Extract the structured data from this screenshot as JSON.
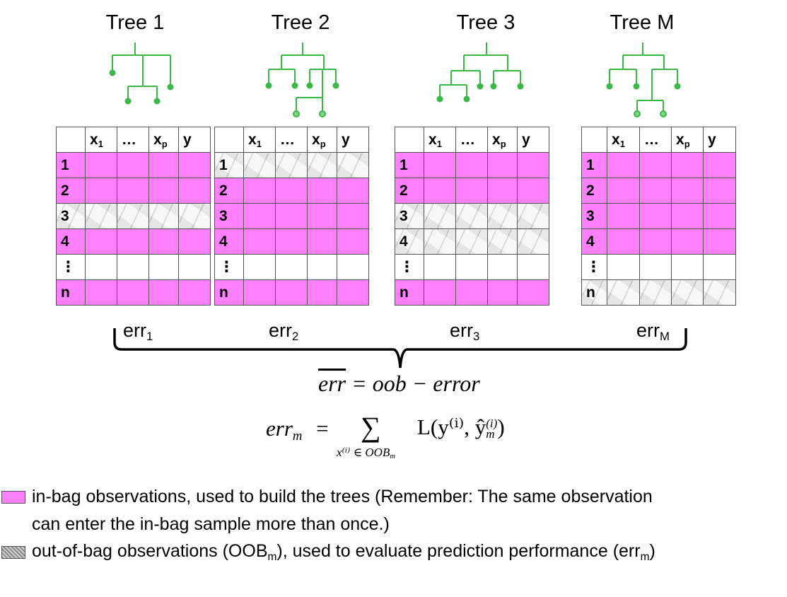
{
  "trees": [
    {
      "title": "Tree 1"
    },
    {
      "title": "Tree 2"
    },
    {
      "title": "Tree 3"
    },
    {
      "title": "Tree M"
    }
  ],
  "table_header": {
    "x1_base": "x",
    "x1_sub": "1",
    "dots": "…",
    "xp_base": "x",
    "xp_sub": "p",
    "y": "y"
  },
  "row_labels": [
    "1",
    "2",
    "3",
    "4",
    "⋮",
    "n"
  ],
  "row_status": [
    [
      "inbag",
      "inbag",
      "oob",
      "inbag",
      "empty",
      "inbag"
    ],
    [
      "oob",
      "inbag",
      "inbag",
      "inbag",
      "empty",
      "inbag"
    ],
    [
      "inbag",
      "inbag",
      "oob",
      "oob",
      "empty",
      "inbag"
    ],
    [
      "inbag",
      "inbag",
      "inbag",
      "inbag",
      "empty",
      "oob"
    ]
  ],
  "errors": [
    {
      "base": "err",
      "sub": "1"
    },
    {
      "base": "err",
      "sub": "2"
    },
    {
      "base": "err",
      "sub": "3"
    },
    {
      "base": "err",
      "sub": "M"
    }
  ],
  "formula1": {
    "lhs": "err",
    "rhs": "= oob − error"
  },
  "formula2": {
    "lhs_base": "err",
    "lhs_sub": "m",
    "eq": "=",
    "sum": "∑",
    "sum_sub": "x⁽ⁱ⁾ ∈ OOB",
    "sum_sub_m": "m",
    "loss": "L(y⁽ⁱ⁾, ŷ",
    "loss_sub": "m",
    "loss_sup": "(i)",
    "close": ")"
  },
  "legend": {
    "inbag_line1": "in-bag observations, used to build the trees  (Remember: The same observation",
    "inbag_line2": "can enter   the in-bag sample more than once.)",
    "oob_a": "out-of-bag observations (OOB",
    "oob_sub": "m",
    "oob_b": "), used to evaluate prediction performance  (err",
    "oob_sub2": "m",
    "oob_c": ")"
  },
  "colors": {
    "inbag": "#ff80ff",
    "tree": "#3cb84a",
    "border": "#555555"
  }
}
